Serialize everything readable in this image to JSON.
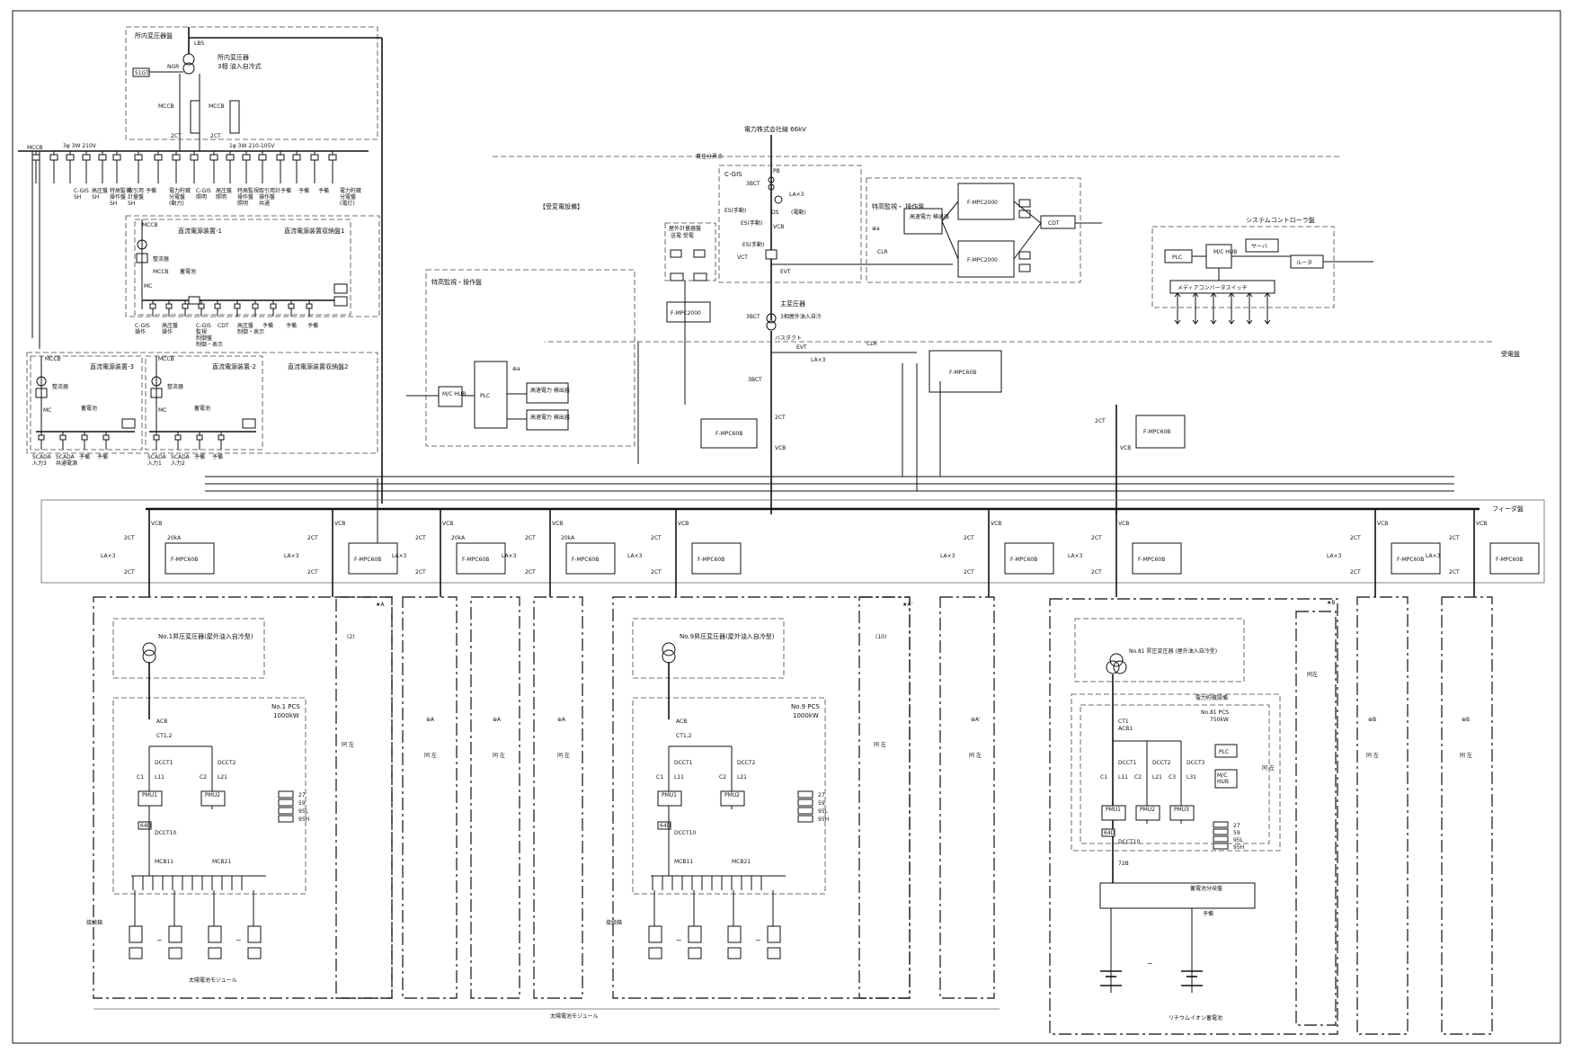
{
  "labels": {
    "aux_trans_panel": "所内変圧器盤",
    "lbs": "LBS",
    "aux_trans": "所内変圧器",
    "aux_trans_spec": "3相 油入自冷式",
    "ngr": "NGR",
    "r51gt": "51GT",
    "mccb": "MCCB",
    "ct2": "2CT",
    "v3ph": "3φ 3W 210V",
    "v1ph": "1φ 3W 210-105V",
    "aux_loads": [
      "C-GIS\nSH",
      "高圧盤\nSH",
      "特高監視\n操作盤\nSH",
      "取引用\n計量盤\nSH",
      "予備",
      "電力貯蔵\n分電盤\n(動力)",
      "C-GIS\n照明",
      "高圧盤\n照明",
      "特高監視\n操作盤\n照明",
      "取引用計\n操作盤\n共通",
      "予備",
      "予備",
      "予備",
      "電力貯蔵\n分電盤\n(電灯)"
    ],
    "dc1": "直流電源装置-1",
    "dc_box1": "直流電源装置収納盤1",
    "dc2": "直流電源装置-2",
    "dc3": "直流電源装置-3",
    "dc_box2": "直流電源装置収納盤2",
    "rectifier": "整流器",
    "battery": "蓄電池",
    "mc": "MC",
    "dc1_loads": [
      "C-GIS\n操作",
      "高圧盤\n操作",
      "C-GIS\n監視\n制御盤\n制御・表示",
      "CDT",
      "高圧盤\n制御・表示",
      "予備",
      "予備",
      "予備"
    ],
    "dc3_loads": [
      "SCADA\n入力3",
      "SCADA\n共通電源",
      "予備",
      "予備"
    ],
    "dc2_loads": [
      "SCADA\n入力1",
      "SCADA\n入力2",
      "予備",
      "予備"
    ],
    "utility": "電力株式会社線 66kV",
    "boundary": "責任分界点",
    "pb": "PB",
    "cgis": "C-GIS",
    "bct3": "3BCT",
    "la3": "LA×3",
    "es_manual": "ES(手動)",
    "ds": "DS",
    "motor": "(電動)",
    "vcb": "VCB",
    "vct": "VCT",
    "evt": "EVT",
    "clr": "CLR",
    "substation_equip": "【受変電設備】",
    "outdoor_meter": "屋外計量器盤",
    "meter_sub": "送電  受電",
    "hv_monitor_panel": "特高監視・\n操作盤",
    "hv_monitor_panel2": "特高監視・操作盤",
    "fast_detector": "高速電力\n検出器",
    "fmpc2000": "F-MPC2000",
    "fmpc60b": "F-MPC60B",
    "cdt": "CDT",
    "sys_ctrl": "システムコントローラ盤",
    "plc": "PLC",
    "mchub": "M/C\nHUB",
    "server": "サーバ",
    "router": "ルータ",
    "media_conv": "メディアコンバータスイッチ",
    "main_trans": "主変圧器",
    "main_trans_spec": "3相屋外油入自冷",
    "busduct": "バスダクト",
    "receiving": "受電盤",
    "feeder": "フィーダ盤",
    "ka20": "20kA",
    "ca": "⊕a",
    "ct_2": "2CT",
    "star_a": "★A",
    "star_a2": "★A'",
    "star_b": "★B",
    "no1_trans": "No.1昇圧変圧器(屋外油入自冷型)",
    "no9_trans": "No.9昇圧変圧器(屋外油入自冷型)",
    "no81_trans": "No.81 昇圧変圧器 (屋外油入自冷型)",
    "no1_pcs": "No.1 PCS",
    "no9_pcs": "No.9 PCS",
    "kw1000": "1000kW",
    "no81_pcs": "No.81 PCS",
    "kw750": "750kW",
    "storage_equip": "電力貯蔵設備",
    "acb": "ACB",
    "ct12": "CT1,2",
    "ct1": "CT1",
    "acb1": "ACB1",
    "dcct1": "DCCT1",
    "dcct2": "DCCT2",
    "dcct3": "DCCT3",
    "dcct10": "DCCT10",
    "l11": "L11",
    "l21": "L21",
    "l31": "L31",
    "c1": "C1",
    "c2": "C2",
    "c3": "C3",
    "pmu1": "PMU1",
    "pmu2": "PMU2",
    "pmu3": "PMU3",
    "r64d": "64D",
    "mcb11": "MCB11",
    "mcb21": "MCB21",
    "r72b": "72B",
    "relay_codes": [
      "27",
      "59",
      "95L",
      "95H"
    ],
    "junction": "接続箱",
    "tilde": "~",
    "pv_module": "太陽電池モジュール",
    "pv_module2": "太陽電池モジュール",
    "same_left": "同 左",
    "same": "同左",
    "n2": "(2)",
    "n10": "(10)",
    "batt_split": "蓄電池分岐盤",
    "spare": "予備",
    "li_battery": "リチウムイオン蓄電池",
    "ca_label": "⊕A",
    "ca2_label": "⊕A'",
    "cb_label": "⊕B"
  }
}
